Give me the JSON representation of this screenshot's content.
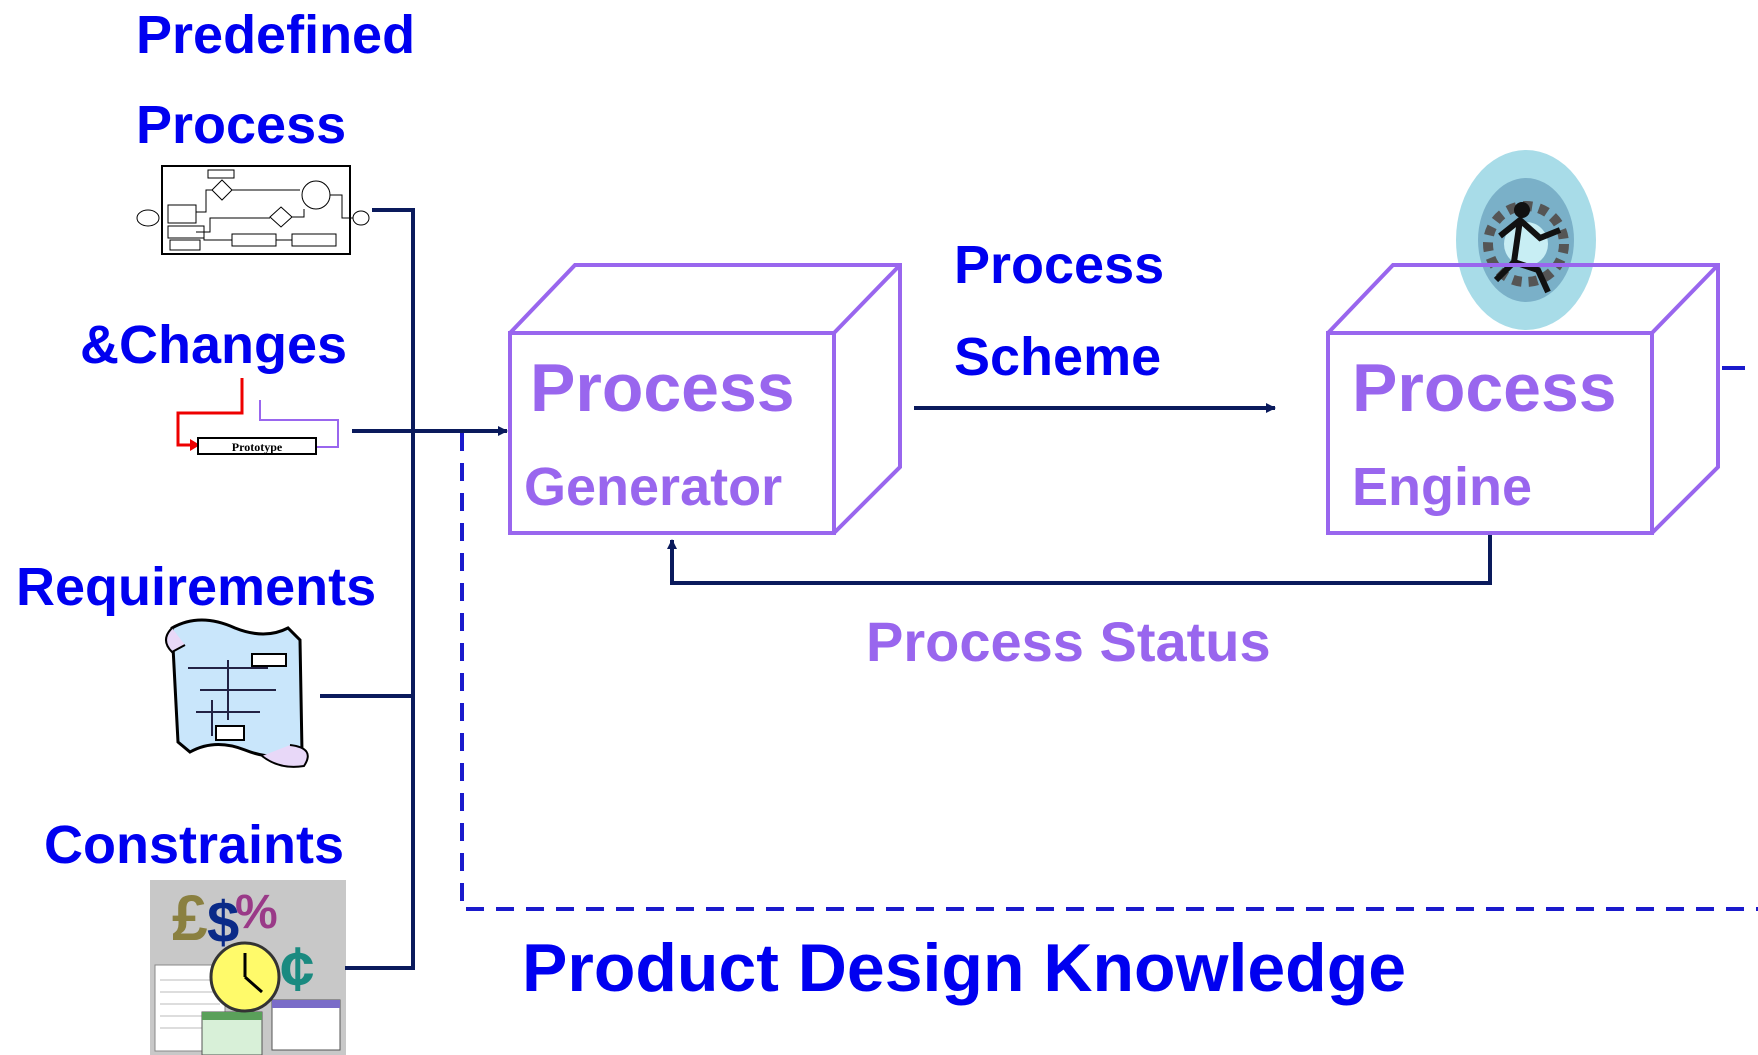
{
  "inputs": {
    "predefined_line1": "Predefined",
    "predefined_line2": "Process",
    "changes": "&Changes",
    "requirements": "Requirements",
    "constraints": "Constraints",
    "prototype_label": "Prototype"
  },
  "generator_box": {
    "title": "Process",
    "subtitle": "Generator"
  },
  "engine_box": {
    "title": "Process",
    "subtitle": "Engine"
  },
  "scheme_label": {
    "line1": "Process",
    "line2": "Scheme"
  },
  "status_label": "Process Status",
  "knowledge_label": "Product Design Knowledge",
  "colors": {
    "label_blue": "#0000f0",
    "box_purple": "#9966ee",
    "arrow_navy": "#0a1a5c",
    "dashed_blue": "#1a1acc"
  }
}
